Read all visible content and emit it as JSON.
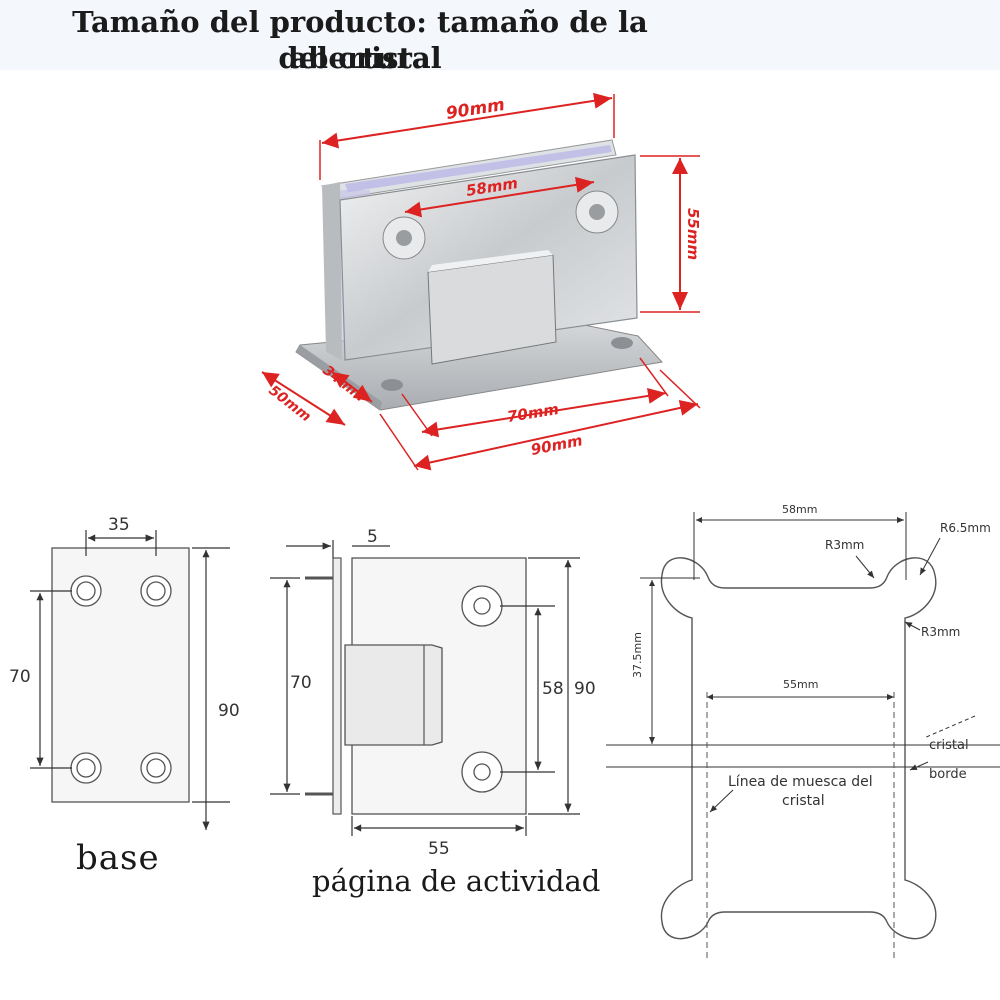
{
  "title_line1": "Tamaño del producto: tamaño de la abertura",
  "title_line2": "del cristal",
  "photo": {
    "width_top": "90mm",
    "hole_spacing": "58mm",
    "height": "55mm",
    "depth_34": "34mm",
    "depth_50": "50mm",
    "base_70": "70mm",
    "base_90": "90mm"
  },
  "base_drawing": {
    "dim_35": "35",
    "dim_70": "70",
    "dim_90": "90",
    "caption": "base"
  },
  "active_drawing": {
    "dim_5": "5",
    "dim_70": "70",
    "dim_58": "58",
    "dim_90": "90",
    "dim_55": "55",
    "caption": "página de actividad"
  },
  "cutout_drawing": {
    "dim_58": "58mm",
    "r65": "R6.5mm",
    "r3_top": "R3mm",
    "r3_side": "R3mm",
    "dim_375": "37.5mm",
    "dim_55": "55mm",
    "cristal": "cristal",
    "borde": "borde",
    "notch_line_1": "Línea de muesca del",
    "notch_line_2": "cristal"
  },
  "colors": {
    "dimension_red": "#d22222",
    "steel": "#c9cccf",
    "line": "#555555"
  }
}
